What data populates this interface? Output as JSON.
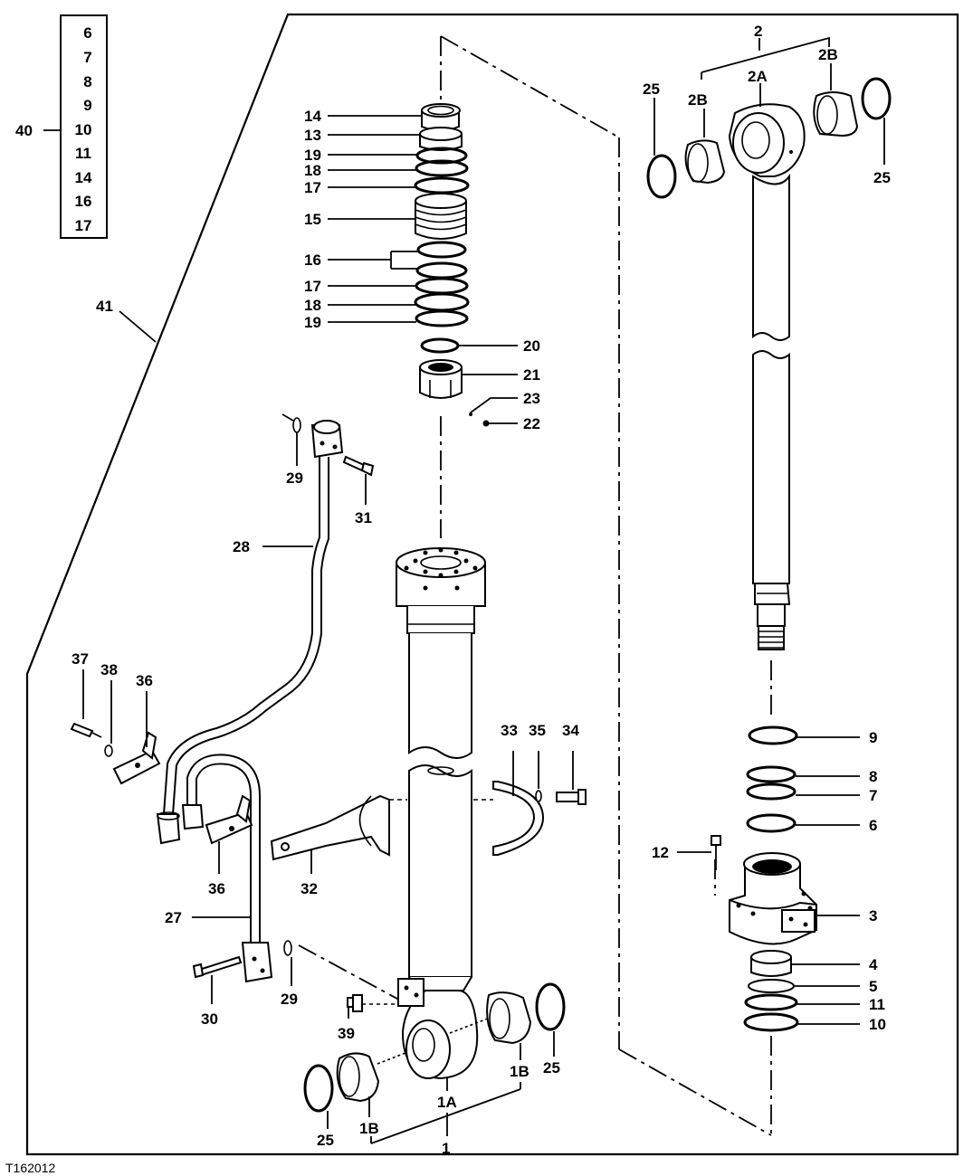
{
  "figure_id": "T162012",
  "kit_box": {
    "callout": "40",
    "items": [
      "6",
      "7",
      "8",
      "9",
      "10",
      "11",
      "14",
      "16",
      "17"
    ]
  },
  "kit_outline_callout": "41",
  "callouts": {
    "c1": "1",
    "c1A": "1A",
    "c1B_left": "1B",
    "c1B_right": "1B",
    "c2": "2",
    "c2A": "2A",
    "c2B_left": "2B",
    "c2B_right": "2B",
    "c3": "3",
    "c4": "4",
    "c5": "5",
    "c6": "6",
    "c7": "7",
    "c8": "8",
    "c9": "9",
    "c10": "10",
    "c11": "11",
    "c12": "12",
    "c13": "13",
    "c14": "14",
    "c15": "15",
    "c16": "16",
    "c17a": "17",
    "c17b": "17",
    "c18a": "18",
    "c18b": "18",
    "c19a": "19",
    "c19b": "19",
    "c20": "20",
    "c21": "21",
    "c22": "22",
    "c23": "23",
    "c25_rod_left": "25",
    "c25_rod_right": "25",
    "c25_tube_left": "25",
    "c25_tube_right": "25",
    "c27": "27",
    "c28": "28",
    "c29_top": "29",
    "c29_bottom": "29",
    "c30": "30",
    "c31": "31",
    "c32": "32",
    "c33": "33",
    "c34": "34",
    "c35": "35",
    "c36_top": "36",
    "c36_bottom": "36",
    "c37": "37",
    "c38": "38",
    "c39": "39"
  }
}
